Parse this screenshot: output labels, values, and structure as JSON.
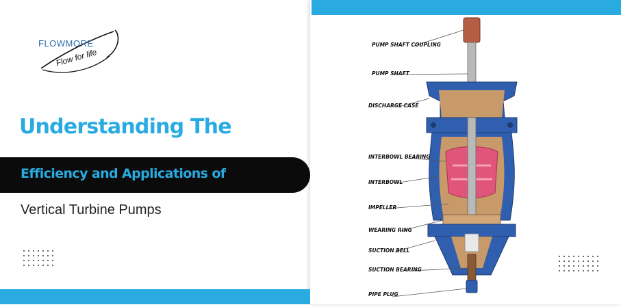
{
  "logo": {
    "brand": "FLOWMORE",
    "tagline": "Flow for life"
  },
  "title": {
    "line1": "Understanding The",
    "line2": "Efficiency and Applications of",
    "line3": "Vertical Turbine Pumps"
  },
  "colors": {
    "accent": "#29abe2",
    "band": "#0b0b0b",
    "casing_blue": "#2f5fae",
    "bronze": "#c89a6a",
    "impeller_pink": "#e2557b",
    "coupling": "#b55e44"
  },
  "diagram": {
    "labels": [
      "PUMP SHAFT COUPLING",
      "PUMP SHAFT",
      "DISCHARGE CASE",
      "INTERBOWL BEARING",
      "INTERBOWL",
      "IMPELLER",
      "WEARING RING",
      "SUCTION BELL",
      "SUCTION BEARING",
      "PIPE PLUG"
    ]
  }
}
